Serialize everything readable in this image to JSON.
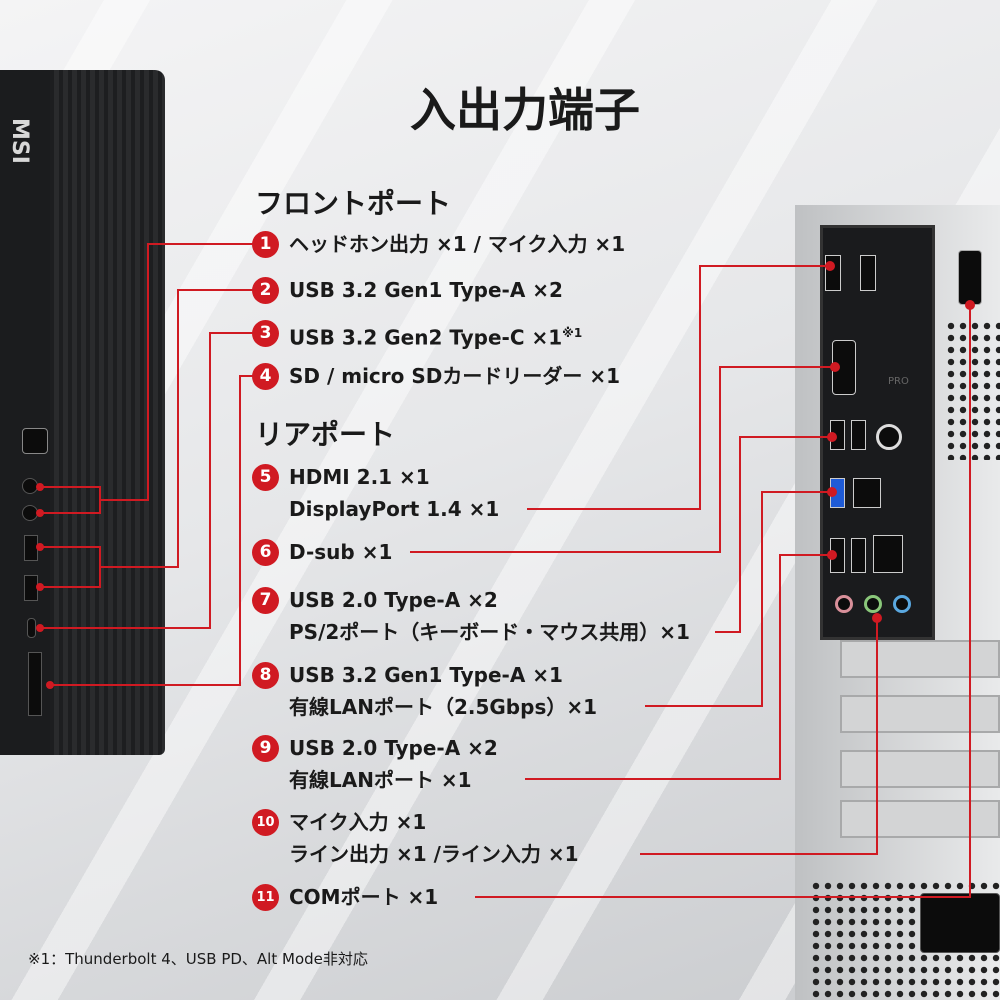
{
  "title": "入出力端子",
  "front": {
    "heading": "フロントポート",
    "items": [
      {
        "num": "1",
        "lines": [
          "ヘッドホン出力 ×1 / マイク入力 ×1"
        ]
      },
      {
        "num": "2",
        "lines": [
          "USB 3.2 Gen1 Type-A ×2"
        ]
      },
      {
        "num": "3",
        "lines": [
          "USB 3.2 Gen2 Type-C ×1"
        ],
        "note": "※1"
      },
      {
        "num": "4",
        "lines": [
          "SD / micro SDカードリーダー ×1"
        ]
      }
    ]
  },
  "rear": {
    "heading": "リアポート",
    "items": [
      {
        "num": "5",
        "lines": [
          "HDMI 2.1 ×1",
          "DisplayPort 1.4 ×1"
        ]
      },
      {
        "num": "6",
        "lines": [
          "D-sub ×1"
        ]
      },
      {
        "num": "7",
        "lines": [
          "USB 2.0 Type-A ×2",
          "PS/2ポート（キーボード・マウス共用）×1"
        ]
      },
      {
        "num": "8",
        "lines": [
          "USB 3.2 Gen1 Type-A ×1",
          "有線LANポート（2.5Gbps）×1"
        ]
      },
      {
        "num": "9",
        "lines": [
          "USB 2.0 Type-A ×2",
          "有線LANポート ×1"
        ]
      },
      {
        "num": "10",
        "lines": [
          "マイク入力 ×1",
          "ライン出力 ×1 /ライン入力 ×1"
        ]
      },
      {
        "num": "11",
        "lines": [
          "COMポート ×1"
        ]
      }
    ]
  },
  "footnote": "※1：Thunderbolt 4、USB PD、Alt Mode非対応",
  "logos": {
    "front": "MSI",
    "rear": "PRO"
  },
  "colors": {
    "accent": "#d01a22"
  }
}
